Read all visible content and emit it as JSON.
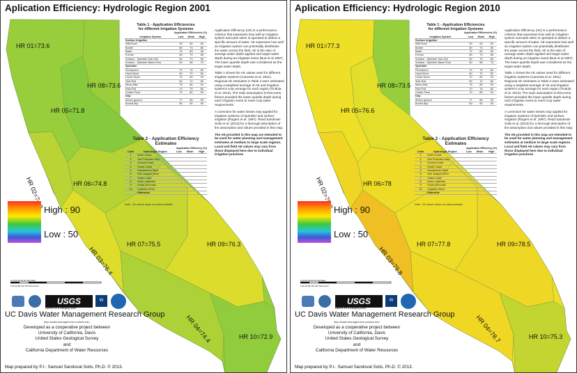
{
  "colors": {
    "low": "#cccc00",
    "high": "#2ec63a",
    "accent": "#ff8800",
    "border": "#333333"
  },
  "legend": {
    "high": "High : 90",
    "low": "Low : 50",
    "icon": "rainbow-gradient-bar"
  },
  "table1": {
    "title": "Table 1 - Application Efficiencies\nfor different Irrigation Systems",
    "header_group": "Application Efficiencies (%)",
    "columns": [
      "Irrigation System",
      "Low",
      "Mean",
      "High"
    ],
    "rows": [
      [
        "Surface Irrigation",
        "",
        "",
        ""
      ],
      [
        "Wild flood",
        "30",
        "60",
        "80"
      ],
      [
        "Border",
        "60",
        "73",
        "85"
      ],
      [
        "Basin",
        "72",
        "83",
        "95"
      ],
      [
        "Furrow",
        "60",
        "73",
        "85"
      ],
      [
        "Surface - Sprinkler Sub-Soil",
        "60",
        "73",
        "85"
      ],
      [
        "Surface - Sprinkler Basin Flow",
        "60",
        "68",
        "75"
      ],
      [
        "Sprinkler",
        "",
        "",
        ""
      ],
      [
        "Permanent",
        "70",
        "75",
        "80"
      ],
      [
        "Hand Move",
        "60",
        "70",
        "80"
      ],
      [
        "Linear Move",
        "70",
        "80",
        "90"
      ],
      [
        "Side Roll",
        "60",
        "70",
        "80"
      ],
      [
        "Micro-Mist",
        "75",
        "85",
        "90"
      ],
      [
        "Rain Pull",
        "70",
        "75",
        "80"
      ],
      [
        "Center Pivot",
        "70",
        "80",
        "90"
      ],
      [
        "Drip",
        "",
        "",
        ""
      ],
      [
        "Above ground",
        "77",
        "86",
        "95"
      ],
      [
        "Buried drip",
        "80",
        "90",
        "95"
      ]
    ]
  },
  "table2": {
    "title": "Table 2 - Application Efficiency Estimates",
    "header_group": "Application Efficiency (%)",
    "columns": [
      "Code",
      "Hydrologic Region",
      "Low",
      "Mean",
      "High"
    ],
    "footnote": "Note - 89 values mean not data available"
  },
  "description": {
    "p1": "Application Efficiency (AE) is a performance criterion that expresses how well an irrigation system executes when is operated to deliver a specific amount of water. AE expresses how well an irrigation system can potentially distributes the water across the field. AE is the ratio of average water depth applied and target water depth during an irrigation event (Burt et al 1997). The lower quartile depth was considered as the target water depth.",
    "p2": "Table 1 shows the AE values used for different irrigation systems (Canessa et al. 2011). Regional AE estimates in Table 2 were estimated using a weighted average of AE and irrigation system's crop acreage for each region (Tindula et al. 2013). The main assumption is that every farmer provided the lower quartile depth during each irrigation event to meet crop water requirements.",
    "p3": "A correction for water losses may applied for irrigation systems of Sprinkler and surface irrigation (Rogers et al. 1997). Read Sandoval-Solis et al. (2013) for a thorough description of the assumption and values provided in this map.",
    "p4": "The AE provided in this map are intended to be used for water planning and management estimates at medium to large scale regions. Local and field AE values may vary from those displayed here due to individual irrigation practices"
  },
  "credits": {
    "group": "UC Davis Water Management Research Group",
    "url": "http://watermanagement.ucdavis.edu",
    "cooperative": "Developed as a cooperative project between\nUniversity of California, Davis\nUnited States Geological Survey\nand\nCalifornia Department of Water Resources",
    "prepared": "Map prepared by P.I.: Samuel Sandoval Solis, Ph.D. © 2013.",
    "usgs": "USGS",
    "usgs_sub": "science for a changing world",
    "scale_miles": "0 10 20 40 60 80 100 Miles",
    "scale_km": "0 20 40 80 120 160 Kilometers"
  },
  "maps": [
    {
      "title": "Aplication Efficiency: Hydrologic Region 2001",
      "regions": [
        {
          "label": "HR 01=73.6",
          "value": 73.6
        },
        {
          "label": "HR 08=73.6",
          "value": 73.6
        },
        {
          "label": "HR 05=71.8",
          "value": 71.8
        },
        {
          "label": "HR 02=74.9",
          "value": 74.9
        },
        {
          "label": "HR 06=74.8",
          "value": 74.8
        },
        {
          "label": "HR 07=75.5",
          "value": 75.5
        },
        {
          "label": "HR 09=76.3",
          "value": 76.3
        },
        {
          "label": "HR 03=76.4",
          "value": 76.4
        },
        {
          "label": "HR 04=74.4",
          "value": 74.4
        },
        {
          "label": "HR 10=72.9",
          "value": 72.9
        }
      ],
      "table2_rows": [
        [
          "1",
          "North Coast",
          "",
          "",
          ""
        ],
        [
          "2",
          "San Francisco Bay",
          "",
          "",
          ""
        ],
        [
          "3",
          "Central Coast",
          "",
          "",
          ""
        ],
        [
          "4",
          "South Coast",
          "",
          "",
          ""
        ],
        [
          "5",
          "Sacramento River",
          "",
          "",
          ""
        ],
        [
          "6",
          "San Joaquin River",
          "",
          "",
          ""
        ],
        [
          "7",
          "Tulare Lake",
          "",
          "",
          ""
        ],
        [
          "8",
          "North Lahontan",
          "",
          "",
          ""
        ],
        [
          "9",
          "South Lahontan",
          "",
          "",
          ""
        ],
        [
          "10",
          "Colorado River",
          "",
          "",
          ""
        ],
        [
          "",
          "Statewide",
          "",
          "",
          ""
        ]
      ]
    },
    {
      "title": "Aplication Efficiency: Hydrologic Region 2010",
      "regions": [
        {
          "label": "HR 01=77.3",
          "value": 77.3
        },
        {
          "label": "HR 08=73.5",
          "value": 73.5
        },
        {
          "label": "HR 05=76.6",
          "value": 76.6
        },
        {
          "label": "HR 02=78.8",
          "value": 78.8
        },
        {
          "label": "HR 06=78",
          "value": 78
        },
        {
          "label": "HR 07=77.8",
          "value": 77.8
        },
        {
          "label": "HR 09=78.5",
          "value": 78.5
        },
        {
          "label": "HR 03=79.8",
          "value": 79.8
        },
        {
          "label": "HR 04=78.7",
          "value": 78.7
        },
        {
          "label": "HR 10=75.3",
          "value": 75.3
        }
      ],
      "table2_rows": [
        [
          "1",
          "North Coast",
          "",
          "",
          ""
        ],
        [
          "2",
          "San Francisco Bay",
          "",
          "",
          ""
        ],
        [
          "3",
          "Central Coast",
          "",
          "",
          ""
        ],
        [
          "4",
          "South Coast",
          "",
          "",
          ""
        ],
        [
          "5",
          "Sacramento River",
          "",
          "",
          ""
        ],
        [
          "6",
          "San Joaquin River",
          "",
          "",
          ""
        ],
        [
          "7",
          "Tulare Lake",
          "",
          "",
          ""
        ],
        [
          "8",
          "North Lahontan",
          "",
          "",
          ""
        ],
        [
          "9",
          "South Lahontan",
          "",
          "",
          ""
        ],
        [
          "10",
          "Colorado River",
          "",
          "",
          ""
        ],
        [
          "",
          "Statewide",
          "",
          "",
          ""
        ]
      ]
    }
  ]
}
